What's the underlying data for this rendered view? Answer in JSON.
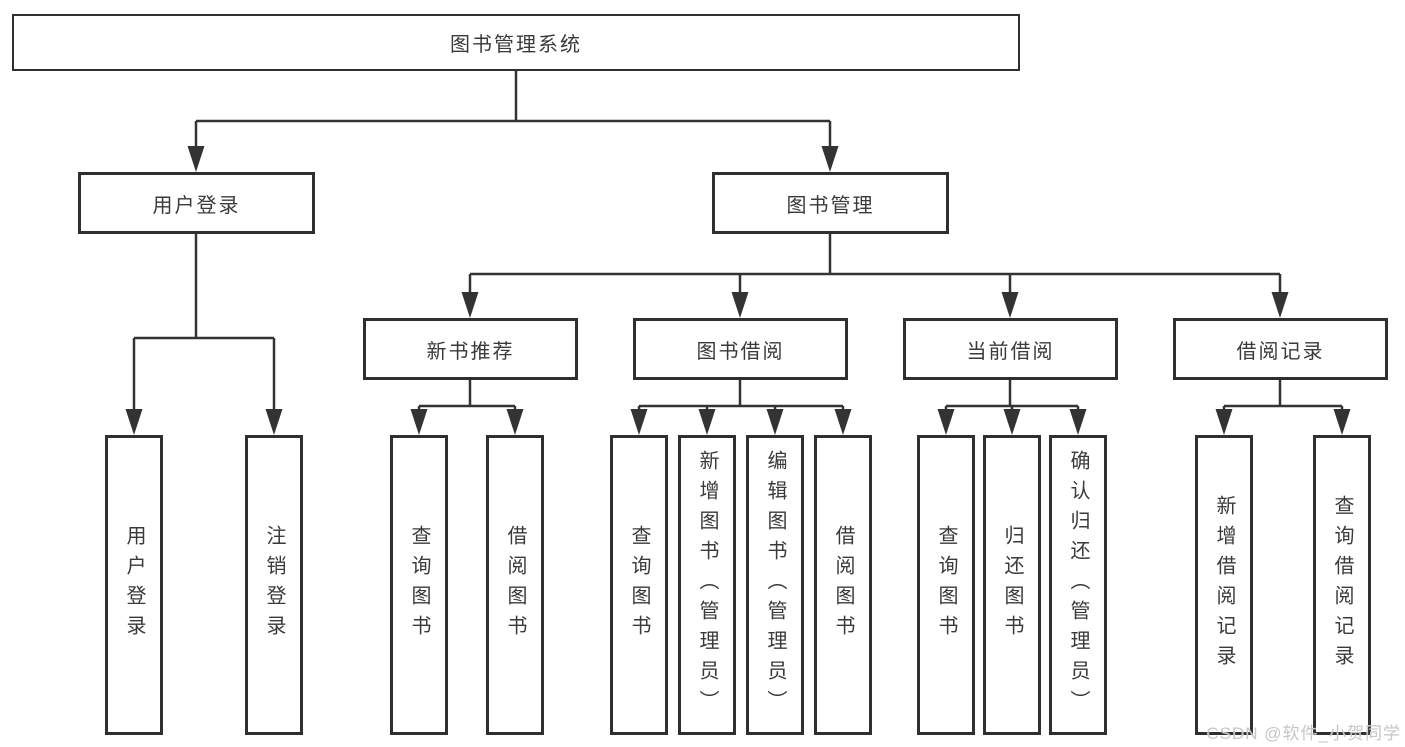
{
  "diagram_title": "图书管理系统",
  "tree": {
    "label": "图书管理系统",
    "children": [
      {
        "label": "用户登录",
        "children": [
          {
            "label": "用户登录"
          },
          {
            "label": "注销登录"
          }
        ]
      },
      {
        "label": "图书管理",
        "children": [
          {
            "label": "新书推荐",
            "children": [
              {
                "label": "查询图书"
              },
              {
                "label": "借阅图书"
              }
            ]
          },
          {
            "label": "图书借阅",
            "children": [
              {
                "label": "查询图书"
              },
              {
                "label": "新增图书（管理员）"
              },
              {
                "label": "编辑图书（管理员）"
              },
              {
                "label": "借阅图书"
              }
            ]
          },
          {
            "label": "当前借阅",
            "children": [
              {
                "label": "查询图书"
              },
              {
                "label": "归还图书"
              },
              {
                "label": "确认归还（管理员）"
              }
            ]
          },
          {
            "label": "借阅记录",
            "children": [
              {
                "label": "新增借阅记录"
              },
              {
                "label": "查询借阅记录"
              }
            ]
          }
        ]
      }
    ]
  },
  "watermark": {
    "text": "CSDN @软件_小贺同学"
  },
  "colors": {
    "background": "#ffffff",
    "line": "#333333",
    "box_border": "#2f2f2f",
    "text": "#3a3a3a",
    "watermark": "#c3c3c3"
  }
}
